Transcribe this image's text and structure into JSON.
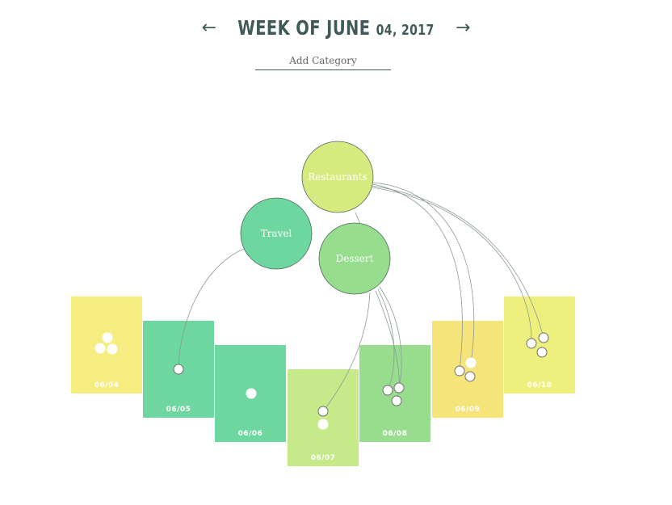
{
  "header": {
    "prev_arrow": "←",
    "title_main": "WEEK OF JUNE ",
    "title_year": "04, 2017",
    "next_arrow": "→"
  },
  "add_category": {
    "placeholder": "Add Category"
  },
  "categories": [
    {
      "name": "Restaurants",
      "color": "#d6ea80"
    },
    {
      "name": "Travel",
      "color": "#6ed79f"
    },
    {
      "name": "Dessert",
      "color": "#98dd8e"
    }
  ],
  "days": [
    {
      "label": "06/04",
      "color": "#f6ec7f",
      "items": 3
    },
    {
      "label": "06/05",
      "color": "#6ed79f",
      "items": 1
    },
    {
      "label": "06/06",
      "color": "#6ed79f",
      "items": 1
    },
    {
      "label": "06/07",
      "color": "#c6e98a",
      "items": 2
    },
    {
      "label": "06/08",
      "color": "#98dd8e",
      "items": 3
    },
    {
      "label": "06/09",
      "color": "#f4e47a",
      "items": 3
    },
    {
      "label": "06/10",
      "color": "#eef07e",
      "items": 3
    }
  ]
}
